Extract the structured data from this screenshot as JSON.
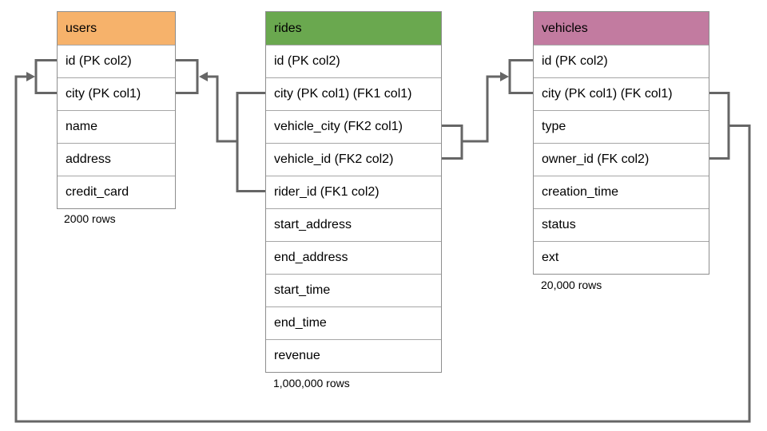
{
  "diagram": {
    "connector_color": "#666666",
    "tables": [
      {
        "name": "users",
        "header_color": "#f6b26b",
        "columns": [
          "id (PK col2)",
          "city (PK col1)",
          "name",
          "address",
          "credit_card"
        ],
        "row_count_label": "2000 rows"
      },
      {
        "name": "rides",
        "header_color": "#6aa84f",
        "columns": [
          "id (PK col2)",
          "city (PK col1) (FK1 col1)",
          "vehicle_city (FK2 col1)",
          "vehicle_id (FK2 col2)",
          "rider_id (FK1 col2)",
          "start_address",
          "end_address",
          "start_time",
          "end_time",
          "revenue"
        ],
        "row_count_label": "1,000,000 rows"
      },
      {
        "name": "vehicles",
        "header_color": "#c27ba0",
        "columns": [
          "id (PK col2)",
          "city (PK col1) (FK col1)",
          "type",
          "owner_id (FK col2)",
          "creation_time",
          "status",
          "ext"
        ],
        "row_count_label": "20,000 rows"
      }
    ],
    "relationships": [
      {
        "name": "FK1",
        "from": "rides(city, rider_id)",
        "to": "users(id, city)"
      },
      {
        "name": "FK2",
        "from": "rides(vehicle_city, vehicle_id)",
        "to": "vehicles(id, city)"
      },
      {
        "name": "FK",
        "from": "vehicles(city, owner_id)",
        "to": "users(id, city)"
      }
    ]
  }
}
